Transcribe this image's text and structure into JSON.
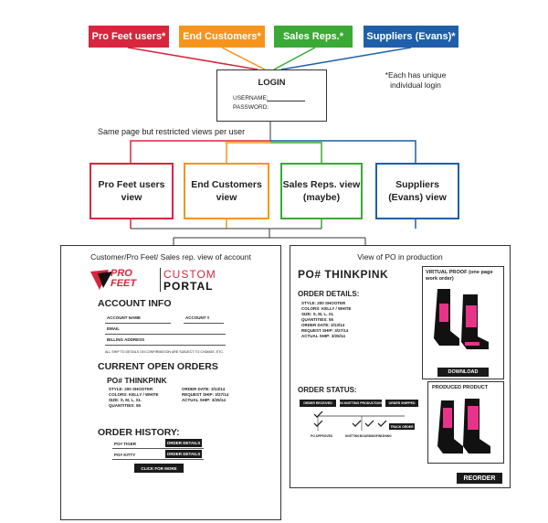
{
  "top_users": [
    {
      "label": "Pro Feet users*",
      "color": "#d7263d"
    },
    {
      "label": "End Customers*",
      "color": "#f7941d"
    },
    {
      "label": "Sales Reps.*",
      "color": "#3aa935"
    },
    {
      "label": "Suppliers (Evans)*",
      "color": "#1f5fa9"
    }
  ],
  "login": {
    "title": "LOGIN",
    "username_label": "USERNAME:",
    "password_label": "PASSWORD:"
  },
  "note": "*Each has unique individual login",
  "restriction_note": "Same page but restricted views per user",
  "views": [
    {
      "label": "Pro Feet users view",
      "color": "#d7263d"
    },
    {
      "label": "End Customers view",
      "color": "#f7941d"
    },
    {
      "label": "Sales Reps. view (maybe)",
      "color": "#3aa935"
    },
    {
      "label": "Suppliers (Evans) view",
      "color": "#1f5fa9"
    }
  ],
  "left_panel": {
    "caption": "Customer/Pro Feet/ Sales rep. view of account",
    "logo_text": "PRO FEET",
    "logo_custom": "CUSTOM",
    "logo_portal": "PORTAL",
    "account_info_title": "ACCOUNT INFO",
    "account_name_label": "ACCOUNT NAME",
    "account_number_label": "ACCOUNT #",
    "email_label": "EMAIL",
    "billing_label": "BILLING ADDRESS",
    "note_small": "ALL SHIP TO DETAILS ON CONFIRMATION ARE SUBJECT TO CHANGE, ETC.",
    "open_orders_title": "CURRENT OPEN ORDERS",
    "po_title": "PO# THINKPINK",
    "order_left": [
      "STYLE: 200 SHOOTER",
      "COLORS: KELLY / WHITE",
      "SIZE: S, M, L, XL",
      "QUANTITIES: 55"
    ],
    "order_right": [
      "ORDER DATE: 3/13/14",
      "REQUEST SHIP: 3/27/14",
      "ACTUAL SHIP: 3/25/14"
    ],
    "history_title": "ORDER HISTORY:",
    "history": [
      {
        "po": "PO# TIGER",
        "button": "ORDER DETAILS"
      },
      {
        "po": "PO# KITTY",
        "button": "ORDER DETAILS"
      }
    ],
    "more_button": "CLICK FOR MORE"
  },
  "right_panel": {
    "caption": "View of PO in production",
    "po_title": "PO# THINKPINK",
    "details_title": "ORDER DETAILS:",
    "details": [
      "STYLE: 200 SHOOTER",
      "COLORS: KELLY / WHITE",
      "SIZE: S, M, L, XL",
      "QUANTITIES: 55",
      "ORDER DATE: 3/13/14",
      "REQUEST SHIP: 3/27/14",
      "ACTUAL SHIP: 3/25/14"
    ],
    "virtual_proof_title": "VIRTUAL PROOF (one page work order)",
    "download_button": "DOWNLOAD",
    "produced_title": "PRODUCED PRODUCT",
    "reorder_button": "REORDER",
    "status_title": "ORDER STATUS:",
    "status_stages": [
      "ORDER RECEIVED",
      "IN KNITTING PRODUCTION",
      "ORDER SHIPPED"
    ],
    "status_substeps": [
      "PO APPROVED",
      "KNITTING",
      "BOARDING",
      "FINISHING"
    ],
    "track_button": "TRACK ORDER"
  }
}
